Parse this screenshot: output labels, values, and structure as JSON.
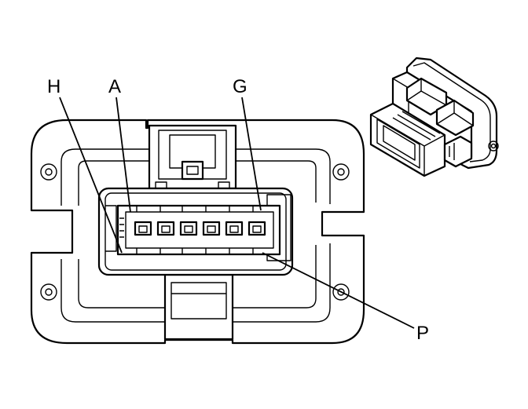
{
  "labels": {
    "h": "H",
    "a": "A",
    "g": "G",
    "p": "P"
  },
  "cavity_count": 6
}
